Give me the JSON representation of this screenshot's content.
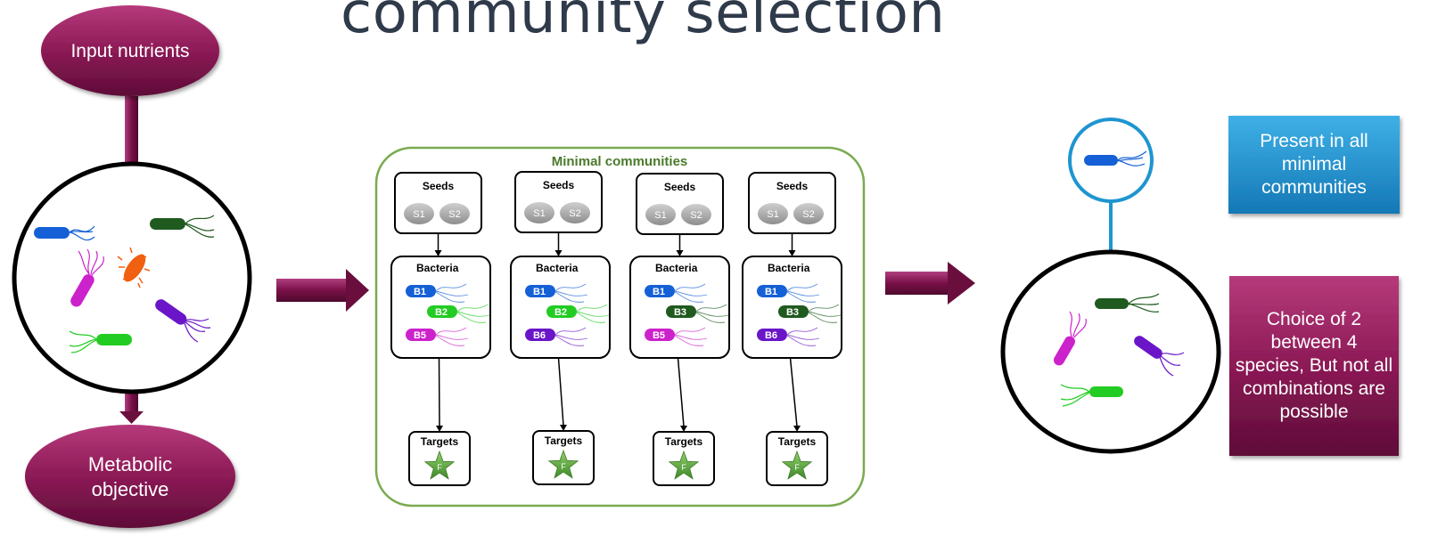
{
  "title": "community selection",
  "input_node": "Input nutrients",
  "output_node": "Metabolic objective",
  "panel": {
    "title": "Minimal communities",
    "seeds_label": "Seeds",
    "seeds": [
      "S1",
      "S2"
    ],
    "bacteria_label": "Bacteria",
    "targets_label": "Targets",
    "target_star_label": "F",
    "communities": [
      {
        "bacteria": [
          "B1",
          "B2",
          "B5"
        ],
        "colors": [
          "#1560d6",
          "#22cc22",
          "#cc22cc"
        ]
      },
      {
        "bacteria": [
          "B1",
          "B2",
          "B6"
        ],
        "colors": [
          "#1560d6",
          "#22cc22",
          "#6a16c8"
        ]
      },
      {
        "bacteria": [
          "B1",
          "B3",
          "B5"
        ],
        "colors": [
          "#1560d6",
          "#1f5a1f",
          "#cc22cc"
        ]
      },
      {
        "bacteria": [
          "B1",
          "B3",
          "B6"
        ],
        "colors": [
          "#1560d6",
          "#1f5a1f",
          "#6a16c8"
        ]
      }
    ]
  },
  "callout_present": "Present in all minimal communities",
  "callout_choice": "Choice of 2 between 4 species, But not all combinations are possible",
  "colors": {
    "maroon": "#8c1a56",
    "blue_box": "#1f95d0",
    "panel_border": "#7aaa50",
    "panel_title": "#4a7a2a"
  }
}
